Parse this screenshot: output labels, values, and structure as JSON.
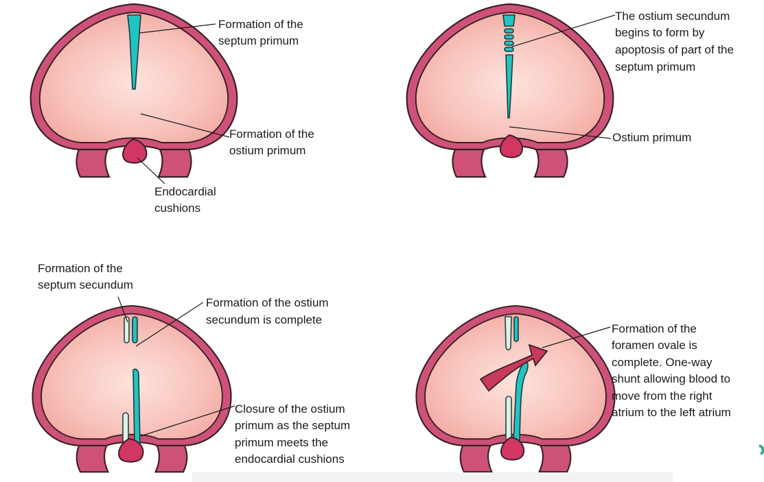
{
  "panels": [
    {
      "labels": [
        [
          "Formation of the",
          "septum primum"
        ],
        [
          "Formation of the",
          "ostium primum"
        ],
        [
          "Endocardial",
          "cushions"
        ]
      ]
    },
    {
      "labels": [
        [
          "The ostium secundum",
          "begins to form by",
          "apoptosis of part of the",
          "septum primum"
        ],
        [
          "Ostium primum"
        ]
      ]
    },
    {
      "labels": [
        [
          "Formation of the",
          "septum secundum"
        ],
        [
          "Formation of the ostium",
          "secundum is complete"
        ],
        [
          "Closure of the ostium",
          "primum as the septum",
          "primum meets the",
          "endocardial cushions"
        ]
      ]
    },
    {
      "labels": [
        [
          "Formation of the",
          "foramen ovale is",
          "complete. One-way",
          "shunt allowing blood to",
          "move from the right",
          "atrium to the left atrium"
        ]
      ]
    }
  ],
  "colors": {
    "wall": "#ce5278",
    "cavity": "#f6bdb5",
    "septum_primum": "#22c3c3",
    "septum_secundum": "#d8f3ea",
    "cushion": "#d23663"
  }
}
